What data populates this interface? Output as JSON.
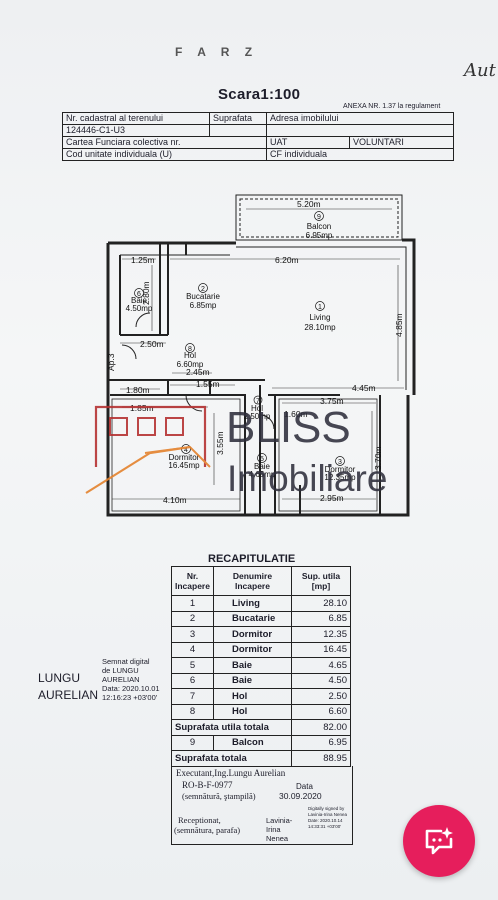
{
  "header": {
    "scale": "Scara1:100",
    "annex": "ANEXA NR. 1.37 la regulament",
    "top_mark": "F A R Z",
    "signature_mark": "Aut"
  },
  "cadastral_table": {
    "nr_cadastral_label": "Nr. cadastral al terenului",
    "nr_cadastral_value": "124446-C1-U3",
    "suprafata_label": "Suprafata",
    "adresa_label": "Adresa imobilului",
    "carte_label": "Cartea Funciara colectiva nr.",
    "uat_label": "UAT",
    "uat_value": "VOLUNTARI",
    "cod_label": "Cod unitate individuala (U)",
    "cf_label": "CF individuala"
  },
  "plan": {
    "rooms": [
      {
        "num": "9",
        "name": "Balcon",
        "area": "6.95mp"
      },
      {
        "num": "1",
        "name": "Living",
        "area": "28.10mp"
      },
      {
        "num": "2",
        "name": "Bucatarie",
        "area": "6.85mp"
      },
      {
        "num": "6",
        "name": "Baie",
        "area": "4.50mp"
      },
      {
        "num": "8",
        "name": "Hol",
        "area": "6.60mp"
      },
      {
        "num": "4",
        "name": "Dormitor",
        "area": "16.45mp"
      },
      {
        "num": "5",
        "name": "Baie",
        "area": "4.65mp"
      },
      {
        "num": "3",
        "name": "Dormitor",
        "area": "12.35mp"
      },
      {
        "num": "7",
        "name": "Hol",
        "area": "2.50mp"
      }
    ],
    "dims": {
      "d520": "5.20m",
      "d620": "6.20m",
      "d125": "1.25m",
      "d280": "2.80m",
      "d485": "4.85m",
      "d250": "2.50m",
      "d245": "2.45m",
      "d180": "1.80m",
      "d155": "1.55m",
      "d445": "4.45m",
      "d375": "3.75m",
      "d185": "1.85m",
      "d160": "1.60m",
      "d355": "3.55m",
      "d370": "3.70m",
      "d410": "4.10m",
      "d295": "2.95m",
      "ap3": "Ap.3"
    }
  },
  "watermark": {
    "brand_top": "BLISS",
    "brand_bottom": "Imobiliare"
  },
  "recap": {
    "title": "RECAPITULATIE",
    "col_nr": "Nr. Incapere",
    "col_name": "Denumire Incapere",
    "col_area": "Sup. utila [mp]",
    "rows": [
      {
        "n": "1",
        "name": "Living",
        "v": "28.10"
      },
      {
        "n": "2",
        "name": "Bucatarie",
        "v": "6.85"
      },
      {
        "n": "3",
        "name": "Dormitor",
        "v": "12.35"
      },
      {
        "n": "4",
        "name": "Dormitor",
        "v": "16.45"
      },
      {
        "n": "5",
        "name": "Baie",
        "v": "4.65"
      },
      {
        "n": "6",
        "name": "Baie",
        "v": "4.50"
      },
      {
        "n": "7",
        "name": "Hol",
        "v": "2.50"
      },
      {
        "n": "8",
        "name": "Hol",
        "v": "6.60"
      }
    ],
    "util_label": "Suprafata utila totala",
    "util_value": "82.00",
    "balcon_n": "9",
    "balcon_name": "Balcon",
    "balcon_value": "6.95",
    "total_label": "Suprafata totala",
    "total_value": "88.95"
  },
  "signature": {
    "executant": "Executant,Ing.Lungu Aurelian",
    "code": "RO-B-F-0977",
    "semnatura": "(semnătură, ştampilă)",
    "data_label": "Data",
    "data_value": "30.09.2020",
    "receptionat": "Receptionat,",
    "receptionat_sub": "(semnătura, parafa)",
    "receiver_name": "Lavinia-Irina Nenea",
    "digital_receiver": "Digitally signed by Lavinia-Irina Nenea Date: 2020.10.14 14:33:31 +03'00'"
  },
  "digital_signature": {
    "name_line1": "LUNGU",
    "name_line2": "AURELIAN",
    "text": [
      "Semnat digital",
      "de LUNGU",
      "AURELIAN",
      "Data: 2020.10.01",
      "12:16:23 +03'00'"
    ]
  },
  "fab": {
    "icon": "chat-sparkle-icon",
    "color": "#e61e5c"
  }
}
